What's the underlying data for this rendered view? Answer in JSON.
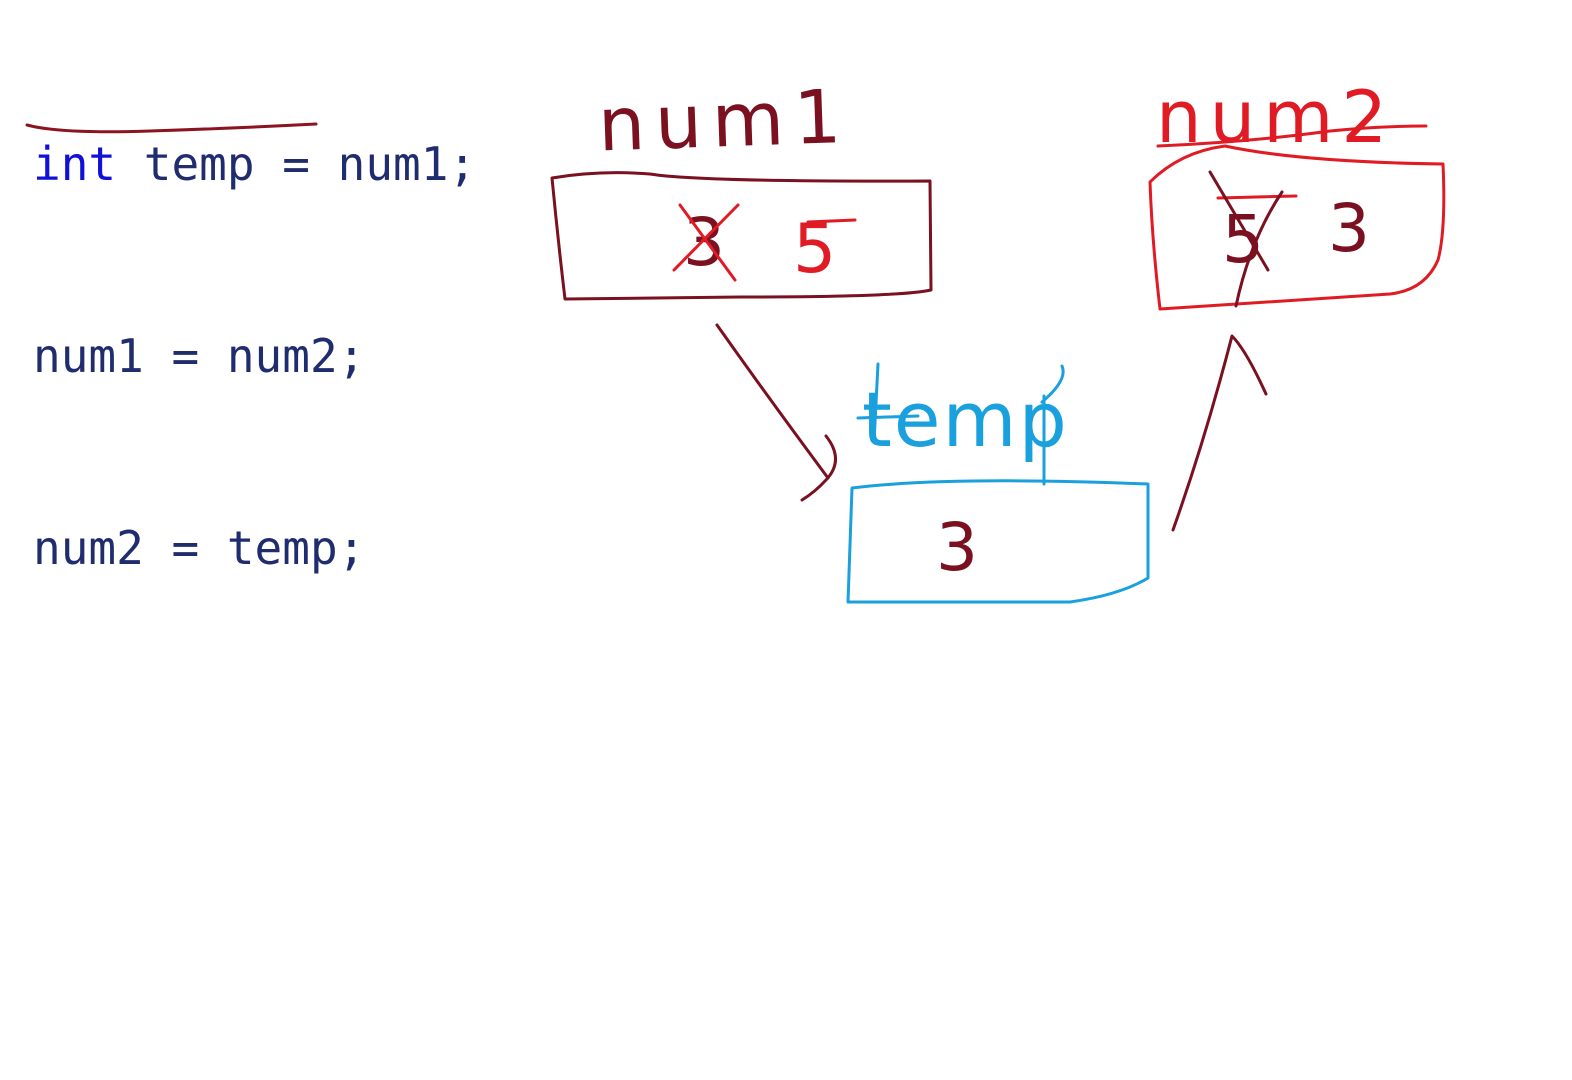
{
  "code": {
    "lines": [
      {
        "keyword": "int",
        "rest": " temp = num1;"
      },
      {
        "keyword": "",
        "rest": "num1 = num2;"
      },
      {
        "keyword": "",
        "rest": "num2 = temp;"
      }
    ]
  },
  "diagram": {
    "num1": {
      "label": "num1",
      "old_value": "3",
      "new_value": "5"
    },
    "num2": {
      "label": "num2",
      "old_value": "5",
      "new_value": "3"
    },
    "temp": {
      "label": "temp",
      "value": "3"
    }
  },
  "colors": {
    "code_text": "#1f2d6e",
    "keyword": "#1010d8",
    "num1_box": "#7a1020",
    "num2_box": "#e01b24",
    "temp_box": "#1aa0dc",
    "value_dark": "#7a1020"
  }
}
